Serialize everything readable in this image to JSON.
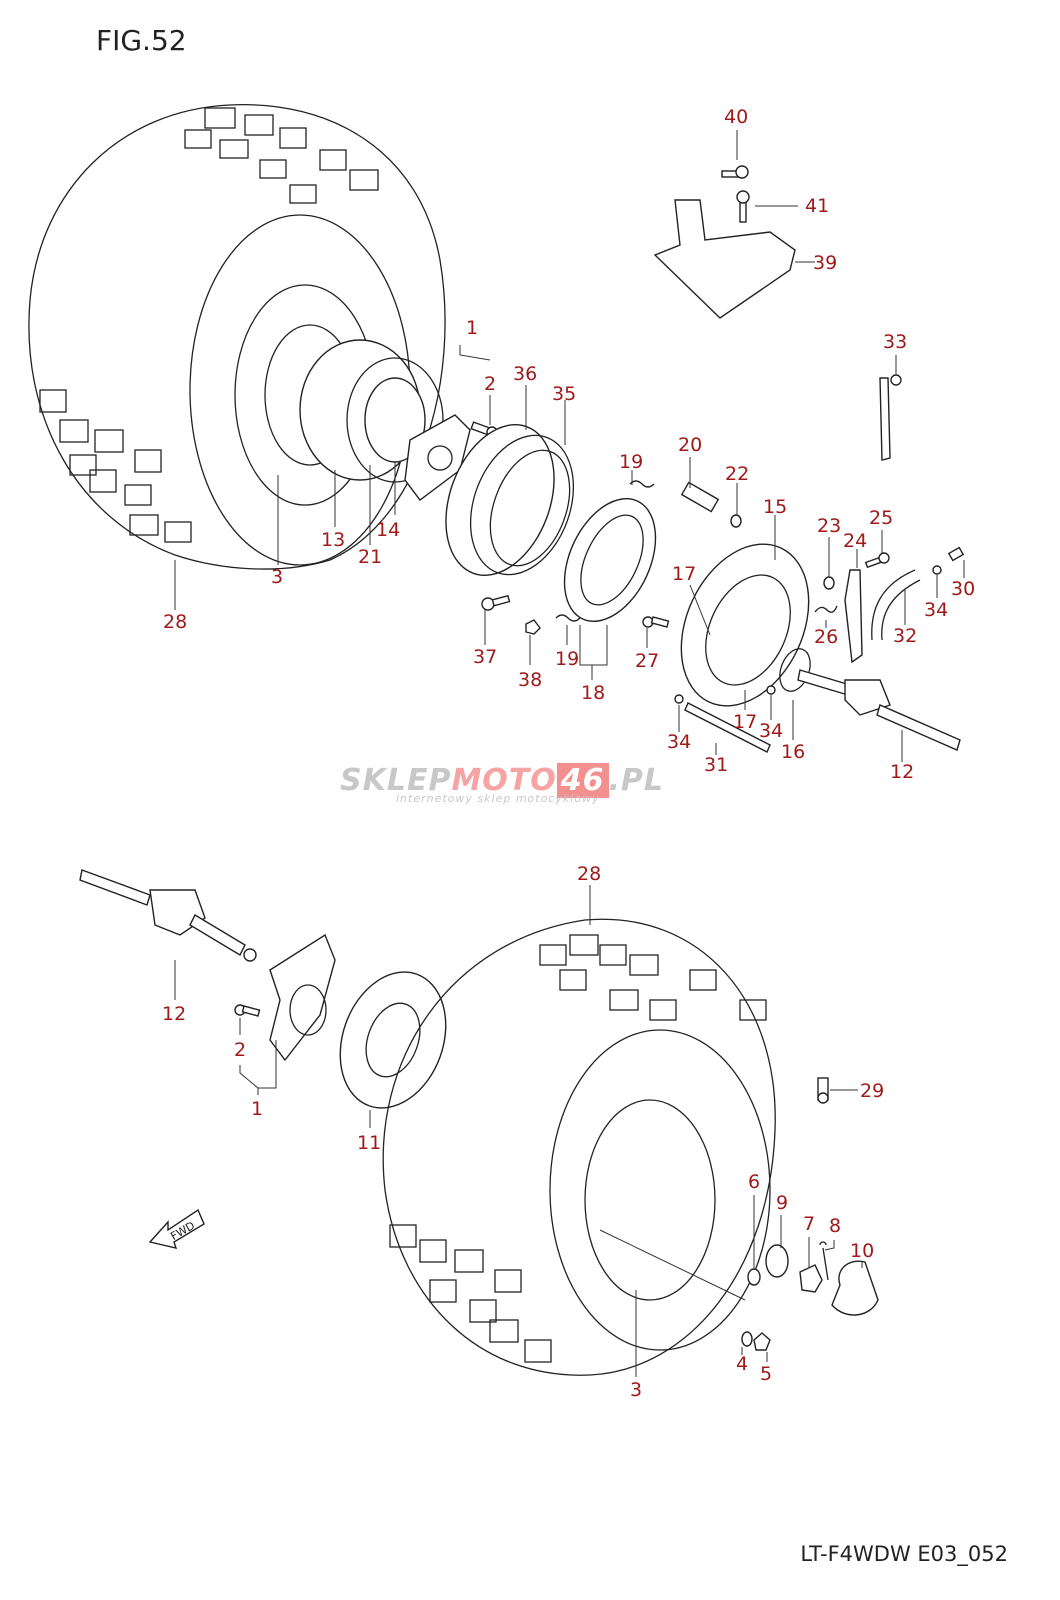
{
  "figure": {
    "title": "FIG.52",
    "code": "LT-F4WDW E03_052",
    "fwd_label": "FWD"
  },
  "watermark": {
    "part1": "SKLEP",
    "part2": "MOTO",
    "part3": "46",
    "part4": ".PL",
    "subtitle": "internetowy sklep motocyklowy"
  },
  "colors": {
    "callout": "#a01a1a",
    "line": "#222222",
    "watermark_gray": "#c8c8c8",
    "watermark_red": "#f28f8f"
  },
  "callouts_upper": [
    "1",
    "2",
    "3",
    "13",
    "14",
    "21",
    "28",
    "36",
    "35",
    "19",
    "37",
    "38",
    "19",
    "18",
    "20",
    "22",
    "15",
    "17",
    "27",
    "17",
    "34",
    "34",
    "31",
    "16",
    "23",
    "24",
    "25",
    "26",
    "30",
    "32",
    "34",
    "12",
    "33",
    "39",
    "40",
    "41"
  ],
  "callouts_lower": [
    "28",
    "12",
    "2",
    "1",
    "11",
    "29",
    "3",
    "6",
    "9",
    "7",
    "8",
    "10",
    "4",
    "5"
  ]
}
